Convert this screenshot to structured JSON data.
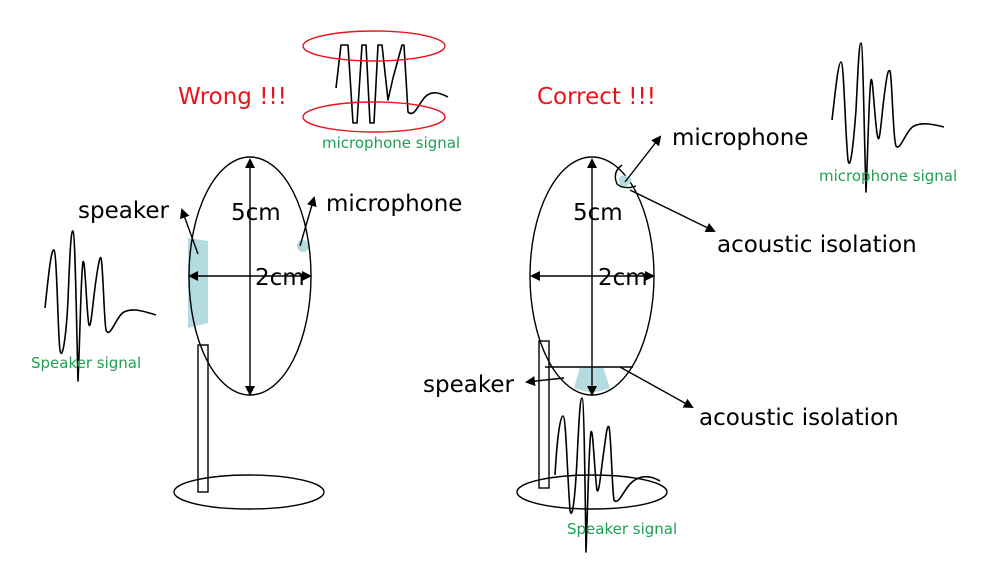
{
  "colors": {
    "title": "#e8141c",
    "signal_label": "#1fa052",
    "component_fill": "#b4dce0",
    "clip_highlight": "#e8141c",
    "line": "#000000"
  },
  "wrong_panel": {
    "title": "Wrong !!!",
    "speaker_label": "speaker",
    "microphone_label": "microphone",
    "height_label": "5cm",
    "width_label": "2cm",
    "speaker_signal_label": "Speaker signal",
    "microphone_signal_label": "microphone signal",
    "microphone_signal_state": "clipped"
  },
  "correct_panel": {
    "title": "Correct !!!",
    "speaker_label": "speaker",
    "microphone_label": "microphone",
    "height_label": "5cm",
    "width_label": "2cm",
    "mic_isolation_label": "acoustic isolation",
    "speaker_isolation_label": "acoustic isolation",
    "speaker_signal_label": "Speaker signal",
    "microphone_signal_label": "microphone signal",
    "microphone_signal_state": "clean"
  }
}
